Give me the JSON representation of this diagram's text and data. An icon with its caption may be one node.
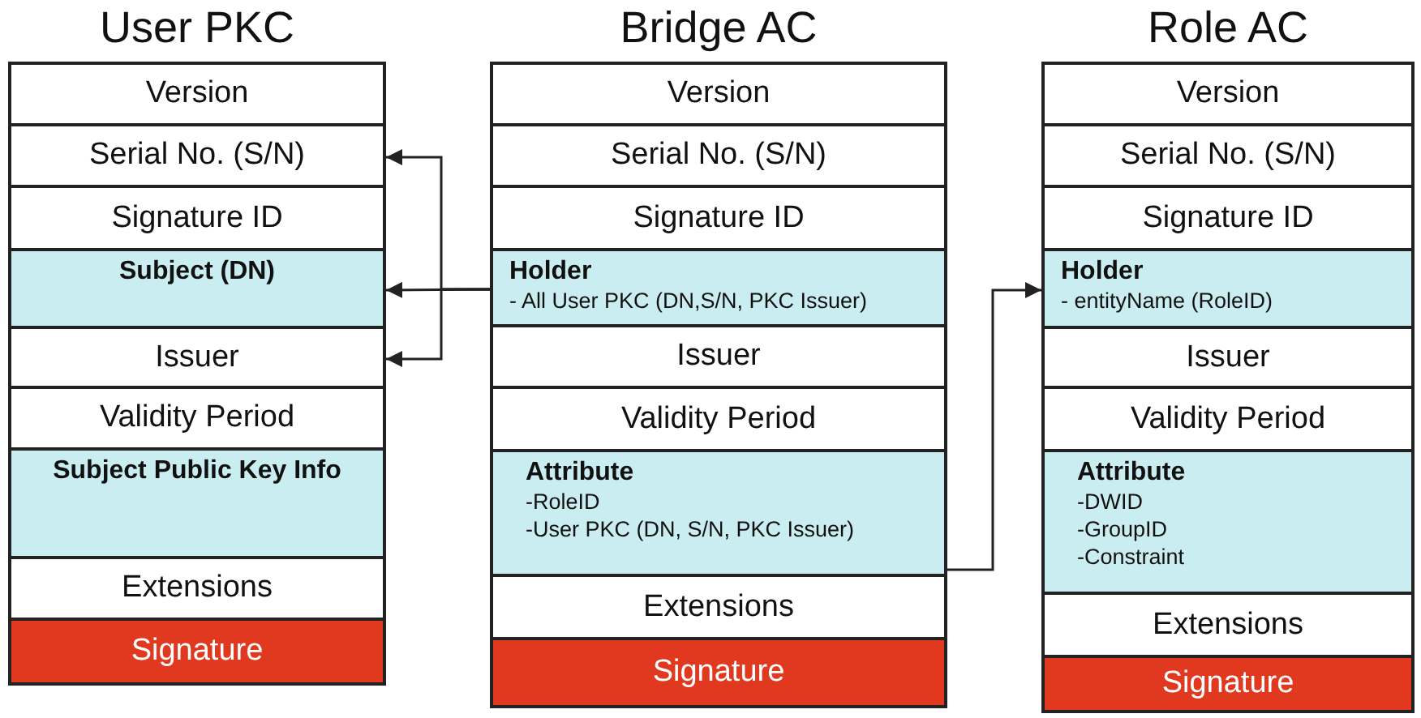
{
  "diagram": {
    "nodes": [
      {
        "text": [
          "User PKC"
        ]
      },
      {
        "text": [
          "Version"
        ],
        "in": 0
      },
      {
        "text": [
          "Serial No. (S/N)"
        ],
        "in": 0
      },
      {
        "text": [
          "Signature ID"
        ],
        "in": 0
      },
      {
        "text": [
          "Subject (DN)"
        ],
        "in": 0
      },
      {
        "text": [
          "Issuer"
        ],
        "in": 0
      },
      {
        "text": [
          "Validity Period"
        ],
        "in": 0
      },
      {
        "text": [
          "Subject Public Key Info"
        ],
        "in": 0
      },
      {
        "text": [
          "Extensions"
        ],
        "in": 0
      },
      {
        "text": [
          "Signature"
        ],
        "in": 0
      },
      {
        "text": [
          "Bridge AC"
        ]
      },
      {
        "text": [
          "Version"
        ],
        "in": 10
      },
      {
        "text": [
          "Serial No. (S/N)"
        ],
        "in": 10
      },
      {
        "text": [
          "Signature ID"
        ],
        "in": 10
      },
      {
        "text": [
          "Holder",
          "- All User PKC (DN,S/N, PKC Issuer)"
        ],
        "in": 10
      },
      {
        "text": [
          "Issuer"
        ],
        "in": 10
      },
      {
        "text": [
          "Validity Period"
        ],
        "in": 10
      },
      {
        "text": [
          "Attribute",
          "-RoleID",
          "-User PKC (DN, S/N, PKC Issuer)"
        ],
        "in": 10
      },
      {
        "text": [
          "Extensions"
        ],
        "in": 10
      },
      {
        "text": [
          "Signature"
        ],
        "in": 10
      },
      {
        "text": [
          "Role AC"
        ]
      },
      {
        "text": [
          "Version"
        ],
        "in": 20
      },
      {
        "text": [
          "Serial No. (S/N)"
        ],
        "in": 20
      },
      {
        "text": [
          "Signature ID"
        ],
        "in": 20
      },
      {
        "text": [
          "Holder",
          "- entityName (RoleID)"
        ],
        "in": 20
      },
      {
        "text": [
          "Issuer"
        ],
        "in": 20
      },
      {
        "text": [
          "Validity Period"
        ],
        "in": 20
      },
      {
        "text": [
          "Attribute",
          "-DWID",
          "-GroupID",
          "-Constraint"
        ],
        "in": 20
      },
      {
        "text": [
          "Extensions"
        ],
        "in": 20
      },
      {
        "text": [
          "Signature"
        ],
        "in": 20
      }
    ],
    "edges": [
      {
        "from": 14,
        "to": 2,
        "arrow": "to"
      },
      {
        "from": 14,
        "to": 4,
        "arrow": "to"
      },
      {
        "from": 14,
        "to": 5,
        "arrow": "to"
      },
      {
        "from": 17,
        "to": 24,
        "arrow": "to"
      }
    ]
  }
}
